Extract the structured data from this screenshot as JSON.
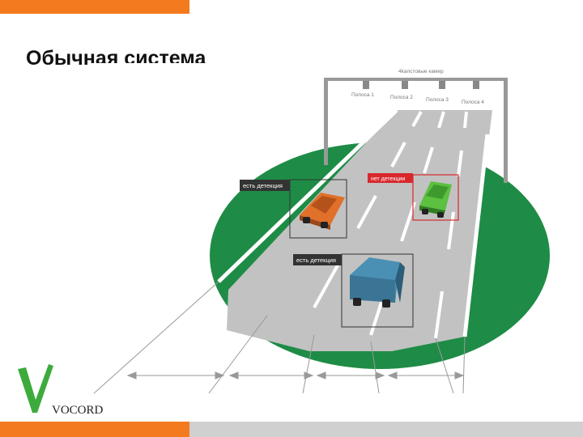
{
  "slide": {
    "title": "Обычная система",
    "accent_color": "#f47a20",
    "bar_color": "#d0d0d0"
  },
  "diagram": {
    "gantry_title": "4kanстовые камер",
    "lanes": [
      "Полоса 1",
      "Полоса 2",
      "Полоса 3",
      "Полоса 4"
    ],
    "detections": [
      {
        "label": "есть детекция",
        "status": "detected",
        "vehicle": "orange-car",
        "color": "#e0702a"
      },
      {
        "label": "нет детекции",
        "status": "not-detected",
        "vehicle": "green-car",
        "color": "#5cc040"
      },
      {
        "label": "есть детекция",
        "status": "detected",
        "vehicle": "blue-truck",
        "color": "#4a90b4"
      }
    ],
    "colors": {
      "grass": "#1e8c46",
      "road": "#c2c2c2",
      "lane_marking": "#ffffff",
      "detected_box": "#333333",
      "missed_box": "#d8282c"
    }
  },
  "logo": {
    "text": "VOCORD",
    "mark": "v-check-icon",
    "mark_color": "#3cab3c"
  }
}
